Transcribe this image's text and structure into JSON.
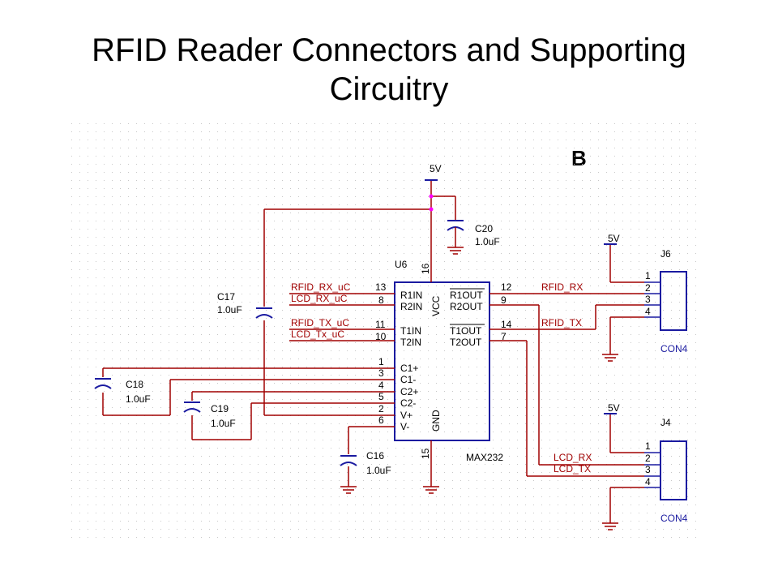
{
  "title_line1": "RFID Reader Connectors and Supporting",
  "title_line2": "Circuitry",
  "section_label": "B",
  "colors": {
    "wire_blue": "#1a1aa0",
    "wire_red": "#a00000",
    "grid": "#c8c8c8"
  },
  "ic": {
    "ref": "U6",
    "part": "MAX232",
    "vcc": "VCC",
    "gnd": "GND",
    "pin_vcc": "16",
    "pin_gnd": "15",
    "left_pins": [
      {
        "num": "13",
        "name": "R1IN"
      },
      {
        "num": "8",
        "name": "R2IN"
      },
      {
        "num": "11",
        "name": "T1IN"
      },
      {
        "num": "10",
        "name": "T2IN"
      },
      {
        "num": "1",
        "name": "C1+"
      },
      {
        "num": "3",
        "name": "C1-"
      },
      {
        "num": "4",
        "name": "C2+"
      },
      {
        "num": "5",
        "name": "C2-"
      },
      {
        "num": "2",
        "name": "V+"
      },
      {
        "num": "6",
        "name": "V-"
      }
    ],
    "right_pins": [
      {
        "num": "12",
        "name": "R1OUT"
      },
      {
        "num": "9",
        "name": "R2OUT"
      },
      {
        "num": "14",
        "name": "T1OUT"
      },
      {
        "num": "7",
        "name": "T2OUT"
      }
    ]
  },
  "nets": {
    "rfid_rx_uc": "RFID_RX_uC",
    "lcd_rx_uc": "LCD_RX_uC",
    "rfid_tx_uc": "RFID_TX_uC",
    "lcd_tx_uc": "LCD_Tx_uC",
    "rfid_rx": "RFID_RX",
    "rfid_tx": "RFID_TX",
    "lcd_rx": "LCD_RX",
    "lcd_tx": "LCD_TX"
  },
  "power": {
    "vcc": "5V"
  },
  "caps": [
    {
      "ref": "C20",
      "value": "1.0uF"
    },
    {
      "ref": "C17",
      "value": "1.0uF"
    },
    {
      "ref": "C18",
      "value": "1.0uF"
    },
    {
      "ref": "C19",
      "value": "1.0uF"
    },
    {
      "ref": "C16",
      "value": "1.0uF"
    }
  ],
  "connectors": [
    {
      "ref": "J6",
      "type": "CON4",
      "pins": [
        "1",
        "2",
        "3",
        "4"
      ]
    },
    {
      "ref": "J4",
      "type": "CON4",
      "pins": [
        "1",
        "2",
        "3",
        "4"
      ]
    }
  ]
}
